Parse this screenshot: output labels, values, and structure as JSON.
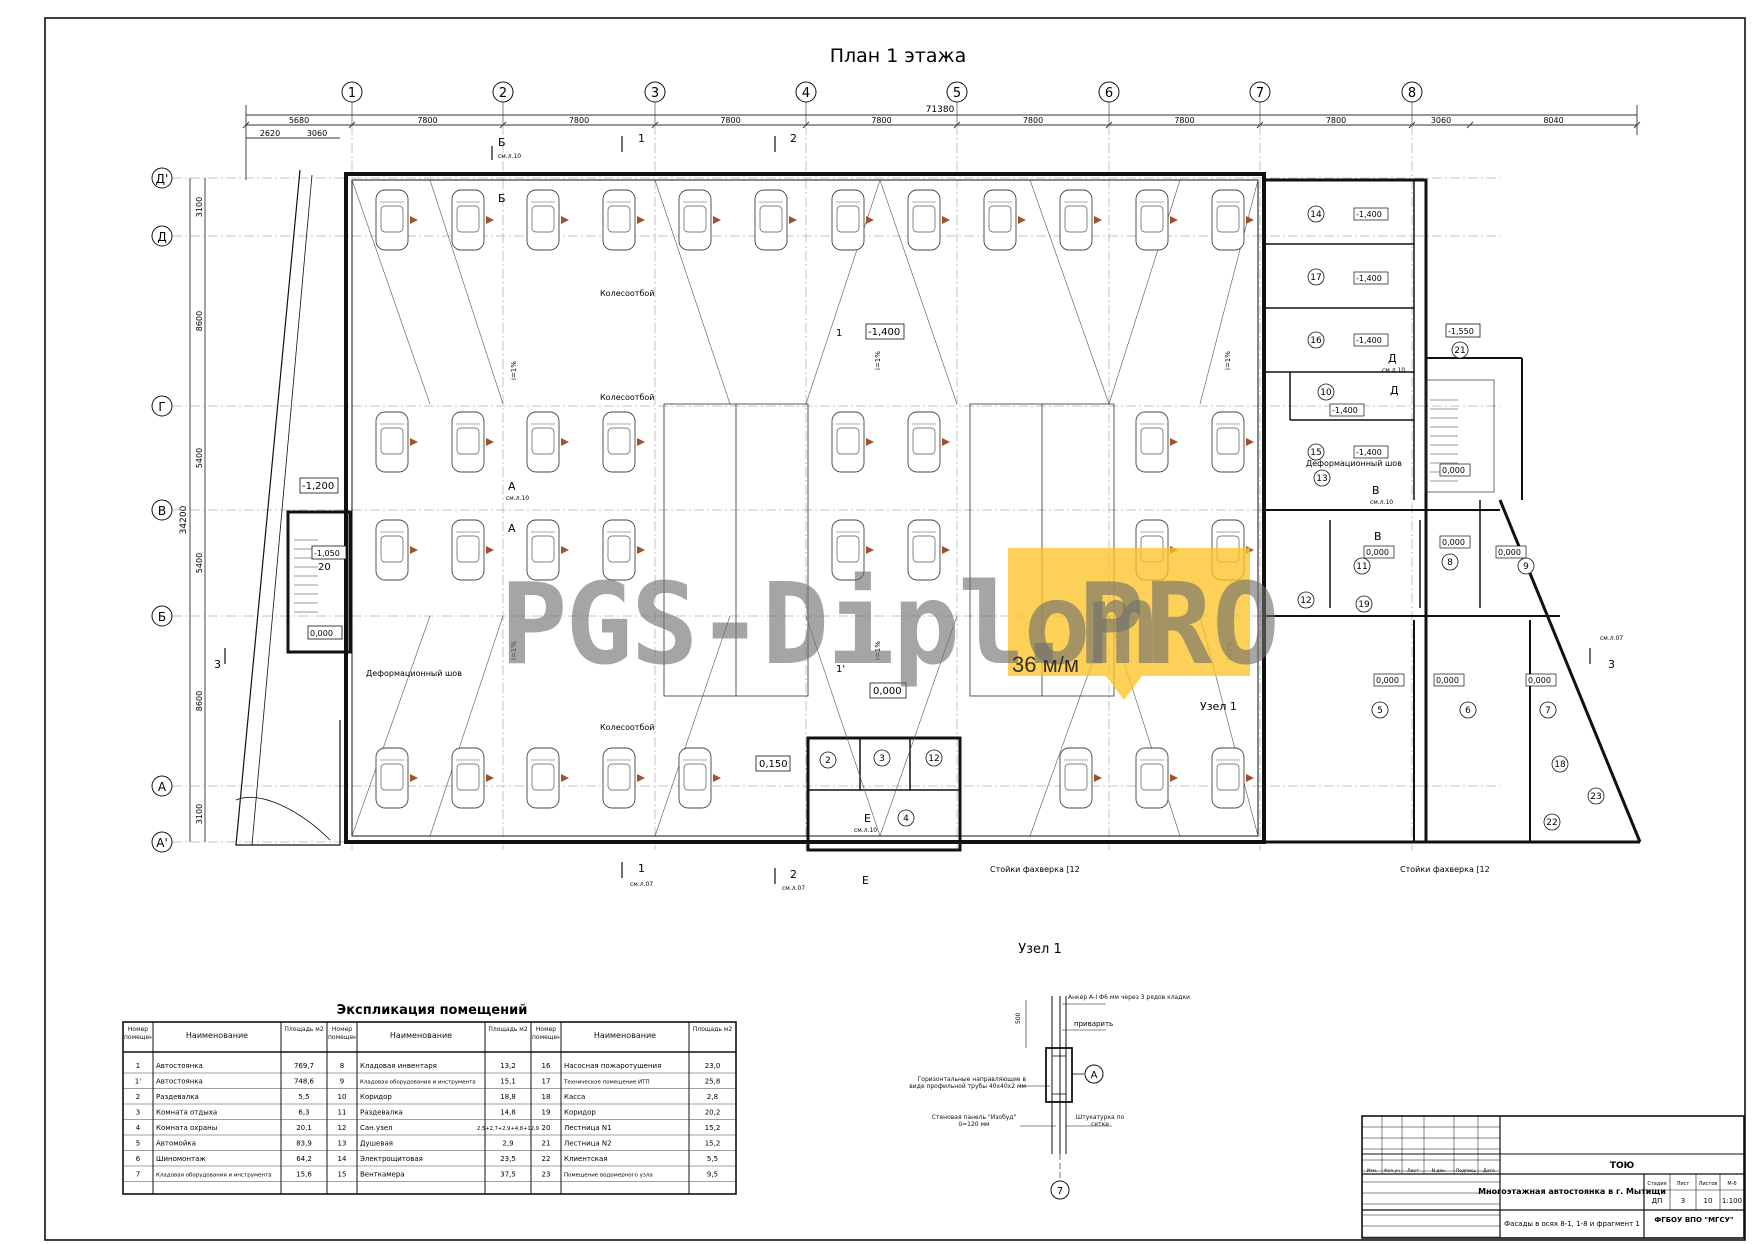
{
  "drawing": {
    "title": "План 1 этажа",
    "overall_dim": "71380",
    "vertical_total": "34200",
    "top_dims": [
      "5680",
      "7800",
      "7800",
      "7800",
      "7800",
      "7800",
      "7800",
      "7800",
      "3060",
      "8040"
    ],
    "top_subdims": [
      "2620",
      "3060"
    ],
    "col_axes": [
      "1",
      "2",
      "3",
      "4",
      "5",
      "6",
      "7",
      "8"
    ],
    "row_axes": [
      "Д'",
      "Д",
      "Г",
      "В",
      "Б",
      "А",
      "А'"
    ],
    "row_dims": [
      "3100",
      "8600",
      "5400",
      "5400",
      "8600",
      "3100"
    ]
  },
  "levels": {
    "main": "-1,400",
    "lower": "0,000",
    "box": "0,150",
    "left": "-1,200",
    "left2": "-1,050",
    "left3": "0,000",
    "right": "-1,550",
    "rooms_a": "-1,400",
    "rooms_b": "0,000"
  },
  "labels": {
    "kolesootboi1": "Колесоотбой",
    "kolesootboi2": "Колесоотбой",
    "kolesootboi3": "Колесоотбой",
    "def_shov": "Деформационный шов",
    "def_shov2": "Деформационный шов",
    "uzel_ref": "Узел 1",
    "stoiki1": "Стойки фахверка [12",
    "stoiki2": "Стойки фахверка [12",
    "room1": "1",
    "room1b": "1'",
    "room20": "20",
    "slope": "i=1%",
    "sec1": "1",
    "sec2": "2",
    "sec3": "3",
    "secB": "Б",
    "secA": "А",
    "secV": "В",
    "secD": "Д",
    "secE": "Е",
    "seeSheet": "см.л.10",
    "seeSheet07": "см.л.07"
  },
  "right_rooms": [
    "14",
    "17",
    "16",
    "10",
    "15",
    "13",
    "21",
    "11",
    "8",
    "9",
    "12",
    "19",
    "5",
    "6",
    "7",
    "18",
    "22",
    "23"
  ],
  "box_rooms": [
    "2",
    "3",
    "12",
    "4"
  ],
  "node": {
    "title": "Узел 1",
    "anchor": "Анкер А-I Ф6 мм через 3 рядов кладки",
    "weld": "приварить",
    "guides": "Горизонтальные направляющие в виде профильной трубы 40х40х2 мм",
    "panel": "Стеновая панель \"Изобуд\" δ=120 мм",
    "plaster": "Штукатурка по сетке",
    "axisA": "А",
    "axis7": "7",
    "dim": "500"
  },
  "explication": {
    "title": "Экспликация помещений",
    "headers": [
      "Номер помещения",
      "Наименование",
      "Площадь м2"
    ],
    "col1": [
      [
        "1",
        "Автостоянка",
        "769,7"
      ],
      [
        "1'",
        "Автостоянка",
        "748,6"
      ],
      [
        "2",
        "Раздевалка",
        "5,5"
      ],
      [
        "3",
        "Комната отдыха",
        "6,3"
      ],
      [
        "4",
        "Комната охраны",
        "20,1"
      ],
      [
        "5",
        "Автомойка",
        "83,9"
      ],
      [
        "6",
        "Шиномонтаж",
        "64,2"
      ],
      [
        "7",
        "Кладовая оборудования и инструмента",
        "15,6"
      ]
    ],
    "col2": [
      [
        "8",
        "Кладовая инвентаря",
        "13,2"
      ],
      [
        "9",
        "Кладовая оборудования и инструмента",
        "15,1"
      ],
      [
        "10",
        "Коридор",
        "18,8"
      ],
      [
        "11",
        "Раздевалка",
        "14,8"
      ],
      [
        "12",
        "Сан.узел",
        "2,5+2,7+2,9+4,8+12,9"
      ],
      [
        "13",
        "Душевая",
        "2,9"
      ],
      [
        "14",
        "Электрощитовая",
        "23,5"
      ],
      [
        "15",
        "Венткамера",
        "37,5"
      ]
    ],
    "col3": [
      [
        "16",
        "Насосная пожаротушения",
        "23,0"
      ],
      [
        "17",
        "Техническое помещение ИТП",
        "25,8"
      ],
      [
        "18",
        "Касса",
        "2,8"
      ],
      [
        "19",
        "Коридор",
        "20,2"
      ],
      [
        "20",
        "Лестница N1",
        "15,2"
      ],
      [
        "21",
        "Лестница N2",
        "15,2"
      ],
      [
        "22",
        "Клиентская",
        "5,5"
      ],
      [
        "23",
        "Помещение водомерного узла",
        "9,5"
      ]
    ]
  },
  "titleblock": {
    "code": "ТОЮ",
    "project": "Многоэтажная автостоянка в г. Мытищи",
    "sheet_name": "Фасады в осях 8-1, 1-8 и фрагмент 1",
    "org": "ФГБОУ ВПО \"МГСУ\"",
    "stage": "ДП",
    "sheet": "3",
    "sheets": "10",
    "scale": "1:100",
    "cols": [
      "Изм.",
      "Кол.уч",
      "Лист",
      "N док.",
      "Подпись",
      "Дата"
    ],
    "stage_head": [
      "Стадия",
      "Лист",
      "Листов",
      "М-б"
    ]
  },
  "watermark": {
    "text": "PGS-Diplom",
    "pro": ".PRO",
    "rate": "36 м/м"
  },
  "colors": {
    "ink": "#111111",
    "grid": "#666666",
    "accent": "#fcc428",
    "arrow": "#a0522d"
  }
}
